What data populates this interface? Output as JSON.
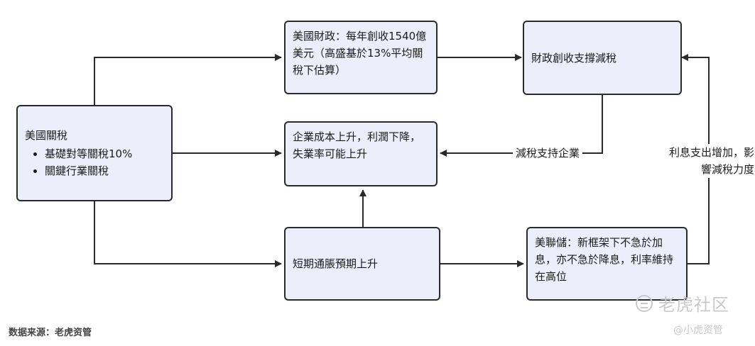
{
  "nodes": {
    "us_tariff": {
      "title": "美國關稅",
      "items": [
        "基礎對等關稅10%",
        "關鍵行業關稅"
      ]
    },
    "us_fiscal": {
      "text": "美國財政：每年創收1540億美元（高盛基於13%平均關稅下估算）"
    },
    "fiscal_tax_cut": {
      "text": "財政創收支撐減稅"
    },
    "corp_cost": {
      "text": "企業成本上升，利潤下降，失業率可能上升"
    },
    "inflation": {
      "text": "短期通脹預期上升"
    },
    "fed": {
      "text": "美聯儲：新框架下不急於加息，亦不急於降息，利率維持在高位"
    }
  },
  "edge_labels": {
    "tax_cut_support": "減稅支持企業",
    "interest_spending": "利息支出增加，影響減稅力度"
  },
  "footer": {
    "source": "数据来源：老虎资管"
  },
  "watermarks": {
    "community": "老虎社区",
    "handle": "@小虎资管"
  },
  "colors": {
    "node_fill": "#eceefb",
    "stroke": "#2a2a2a"
  }
}
